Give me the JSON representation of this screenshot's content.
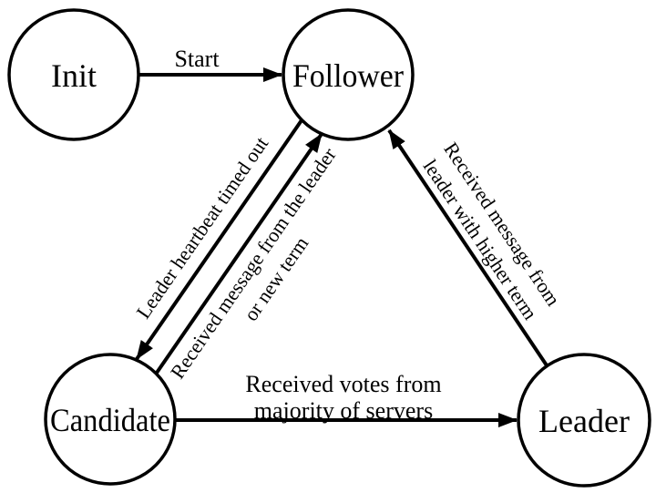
{
  "diagram": {
    "background_color": "#ffffff",
    "line_color": "#000000",
    "nodes": [
      {
        "id": "init",
        "label": "Init"
      },
      {
        "id": "follower",
        "label": "Follower"
      },
      {
        "id": "candidate",
        "label": "Candidate"
      },
      {
        "id": "leader",
        "label": "Leader"
      }
    ],
    "edges": [
      {
        "from": "init",
        "to": "follower",
        "label": "Start"
      },
      {
        "from": "follower",
        "to": "candidate",
        "label": "Leader heartbeat timed out"
      },
      {
        "from": "candidate",
        "to": "follower",
        "label_line1": "Received message from the leader",
        "label_line2": "or new term"
      },
      {
        "from": "candidate",
        "to": "leader",
        "label_line1": "Received votes from",
        "label_line2": "majority of servers"
      },
      {
        "from": "leader",
        "to": "follower",
        "label_line1": "Received message from",
        "label_line2": "leader with higher term"
      }
    ]
  }
}
